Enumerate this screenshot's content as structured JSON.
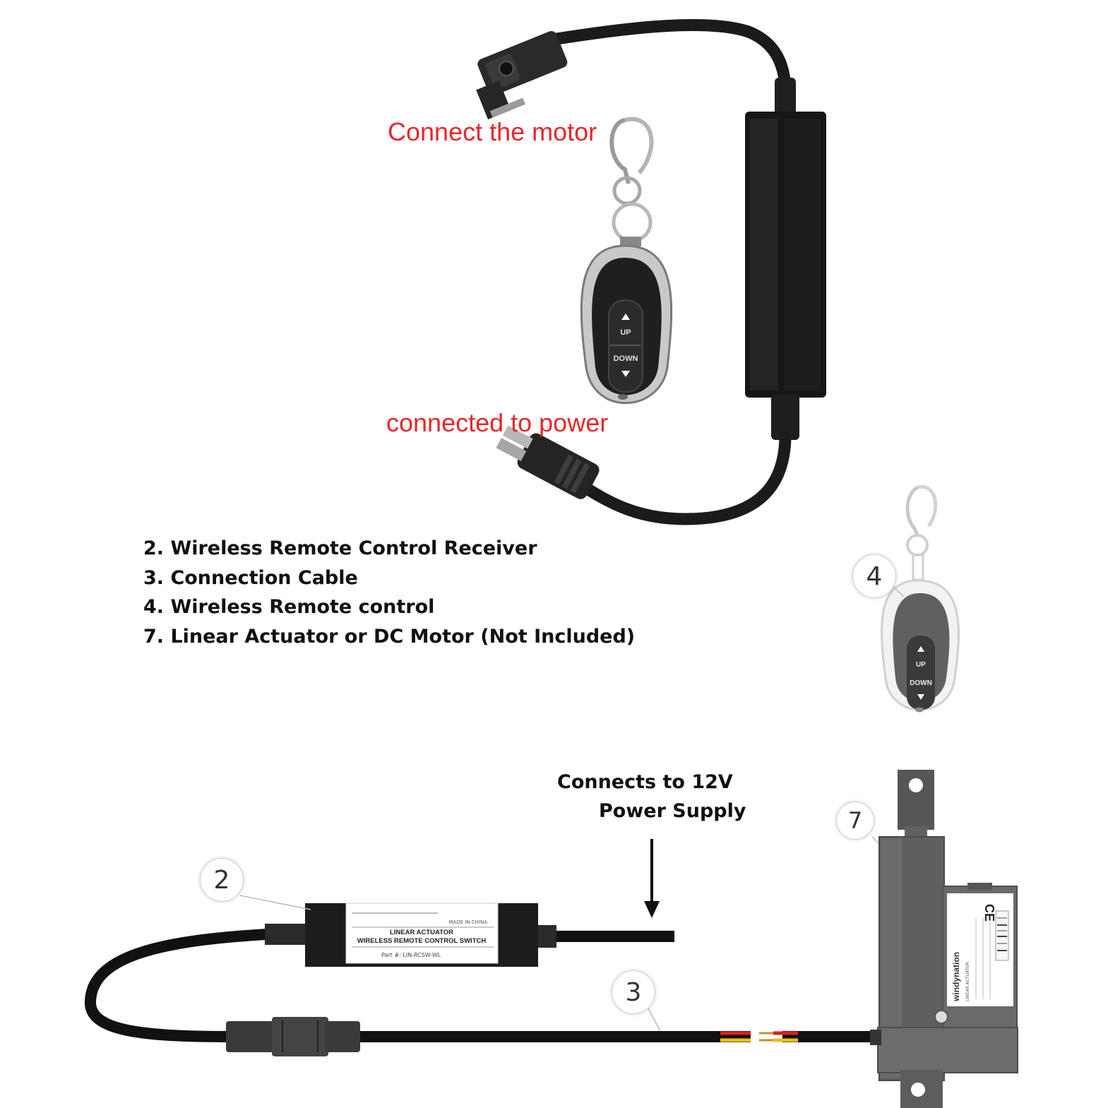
{
  "top_labels": {
    "motor": "Connect the motor",
    "power": "connected to power"
  },
  "remote_buttons": {
    "up": "UP",
    "down": "DOWN"
  },
  "legend": [
    "2. Wireless Remote Control Receiver",
    "3. Connection Cable",
    "4. Wireless Remote control",
    "7. Linear Actuator or DC Motor (Not Included)"
  ],
  "power_note": {
    "line1": "Connects to 12V",
    "line2": "Power Supply"
  },
  "badges": {
    "receiver": "2",
    "cable": "3",
    "remote": "4",
    "actuator": "7"
  },
  "receiver_label": {
    "line1": "LINEAR ACTUATOR",
    "line2": "WIRELESS REMOTE CONTROL SWITCH",
    "part": "Part #: LIN-RCSW-WL",
    "made_in": "MADE IN CHINA"
  },
  "actuator_label": {
    "brand": "windynation",
    "title": "LINEAR ACTUATOR"
  }
}
